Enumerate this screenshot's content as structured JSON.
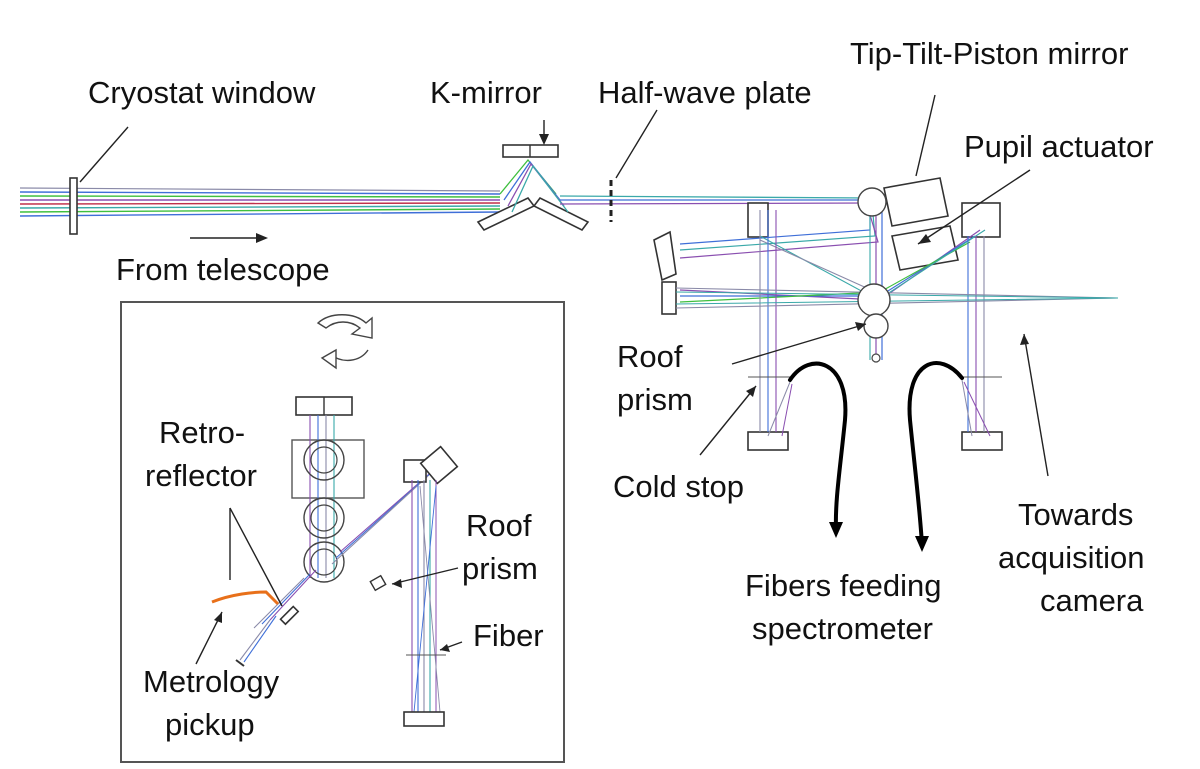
{
  "labels": {
    "cryostat_window": "Cryostat window",
    "from_telescope": "From telescope",
    "k_mirror": "K-mirror",
    "half_wave_plate": "Half-wave plate",
    "tip_tilt_piston": "Tip-Tilt-Piston mirror",
    "pupil_actuator": "Pupil actuator",
    "roof_prism_main_1": "Roof",
    "roof_prism_main_2": "prism",
    "cold_stop": "Cold stop",
    "fibers_1": "Fibers feeding",
    "fibers_2": "spectrometer",
    "towards_1": "Towards",
    "towards_2": "acquisition",
    "towards_3": "camera",
    "retro_1": "Retro-",
    "retro_2": "reflector",
    "roof_prism_inset_1": "Roof",
    "roof_prism_inset_2": "prism",
    "fiber": "Fiber",
    "metrology_1": "Metrology",
    "metrology_2": "pickup"
  },
  "colors": {
    "beam_green": "#3fbf3f",
    "beam_blue": "#3f6fd8",
    "beam_purple": "#8a4fb0",
    "beam_teal": "#3aa9a9",
    "beam_red": "#c0304a",
    "beam_gray": "#8a8aa8",
    "metrology_orange": "#e8701a",
    "fiber_black": "#000000"
  },
  "icons": {
    "rotation_arrow": "curved-rotation-arrow-icon"
  }
}
